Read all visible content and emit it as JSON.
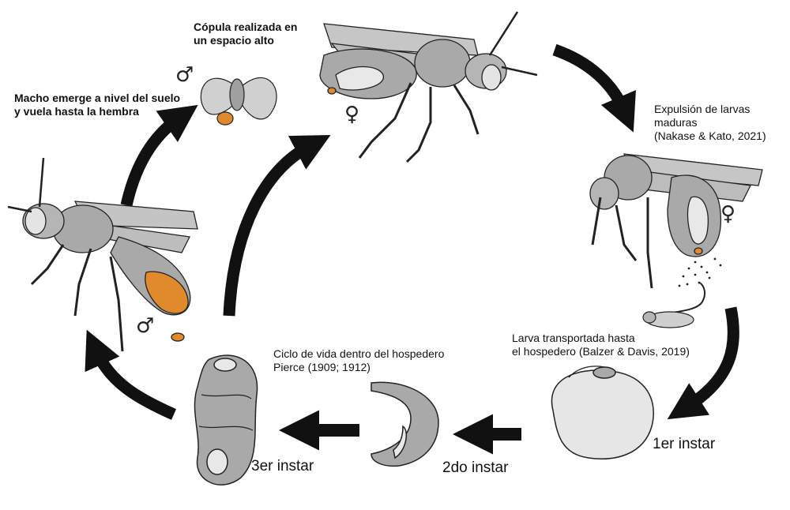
{
  "labels": {
    "male_emerge_l1": "Macho emerge a nivel del suelo",
    "male_emerge_l2": "y vuela hasta la hembra",
    "copula_l1": "Cópula realizada en",
    "copula_l2": "un espacio alto",
    "expulsion_l1": "Expulsión de larvas",
    "expulsion_l2": "maduras",
    "expulsion_l3": "(Nakase & Kato, 2021)",
    "transport_l1": "Larva transportada hasta",
    "transport_l2": "el hospedero (Balzer & Davis, 2019)",
    "hostcycle_l1": "Ciclo de vida dentro del hospedero",
    "hostcycle_l2": "Pierce (1909; 1912)",
    "instar1": "1er instar",
    "instar2": "2do instar",
    "instar3": "3er instar"
  },
  "symbols": {
    "male": "♂",
    "female": "♀"
  },
  "colors": {
    "arrow": "#111111",
    "body_gray": "#a9a9a9",
    "light_gray": "#cfcfcf",
    "outline": "#222222",
    "orange": "#e08a2c",
    "host": "#e6e6e6"
  }
}
